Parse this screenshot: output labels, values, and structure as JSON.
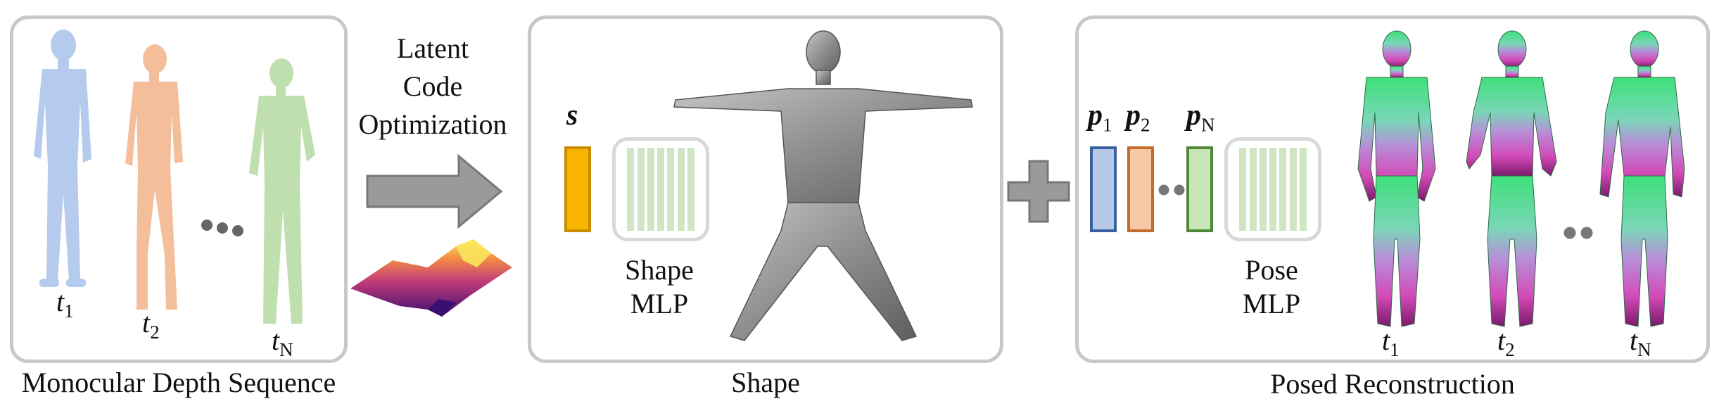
{
  "captions": {
    "panel1": "Monocular Depth Sequence",
    "panel2": "Shape",
    "panel3": "Posed Reconstruction"
  },
  "optimization_label": [
    "Latent",
    "Code",
    "Optimization"
  ],
  "time_labels": {
    "t1": {
      "base": "t",
      "sub": "1"
    },
    "t2": {
      "base": "t",
      "sub": "2"
    },
    "tN": {
      "base": "t",
      "sub": "N"
    }
  },
  "shape_code": {
    "symbol": "s",
    "color": "#f7b500",
    "border": "#c98b00"
  },
  "pose_codes": [
    {
      "base": "p",
      "sub": "1",
      "color": "#b7c9e6",
      "border": "#3a5fa0"
    },
    {
      "base": "p",
      "sub": "2",
      "color": "#f7c9a6",
      "border": "#c86a2e"
    },
    {
      "base": "p",
      "sub": "N",
      "color": "#c9e6b7",
      "border": "#4f8a3a"
    }
  ],
  "shape_mlp": {
    "line1": "Shape",
    "line2": "MLP"
  },
  "pose_mlp": {
    "line1": "Pose",
    "line2": "MLP"
  },
  "figure_colors": {
    "blue": "#a9c2ea",
    "orange": "#f3b38a",
    "green": "#b9dca6",
    "gray": "#8c8c8c"
  }
}
